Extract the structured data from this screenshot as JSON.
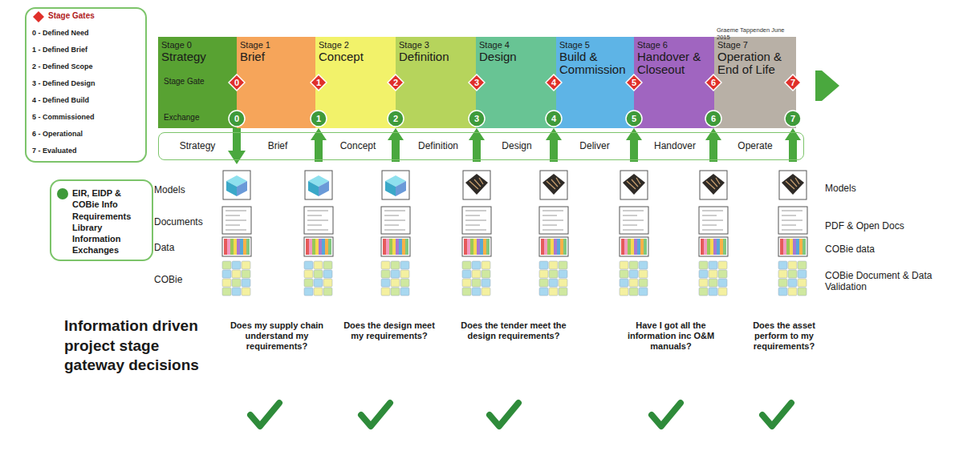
{
  "diagram": {
    "nodes": [
      {
        "text": [
          "Stage 0",
          "Strategy"
        ]
      },
      {
        "text": [
          "Stage 1",
          "Brief"
        ]
      },
      {
        "text": [
          "Stage 2",
          "Concept"
        ]
      },
      {
        "text": [
          "Stage 3",
          "Definition"
        ]
      },
      {
        "text": [
          "Stage 4",
          "Design"
        ]
      },
      {
        "text": [
          "Stage 5",
          "Build & Commission"
        ]
      },
      {
        "text": [
          "Stage 6",
          "Handover & Closeout"
        ]
      },
      {
        "text": [
          "Stage 7",
          "Operation & End of Life"
        ]
      },
      {
        "text": [
          "0"
        ]
      },
      {
        "text": [
          "1"
        ]
      },
      {
        "text": [
          "2"
        ]
      },
      {
        "text": [
          "3"
        ]
      },
      {
        "text": [
          "4"
        ]
      },
      {
        "text": [
          "5"
        ]
      },
      {
        "text": [
          "6"
        ]
      },
      {
        "text": [
          "7"
        ]
      },
      {
        "text": [
          "0"
        ]
      },
      {
        "text": [
          "1"
        ]
      },
      {
        "text": [
          "2"
        ]
      },
      {
        "text": [
          "3"
        ]
      },
      {
        "text": [
          "4"
        ]
      },
      {
        "text": [
          "5"
        ]
      },
      {
        "text": [
          "6"
        ]
      },
      {
        "text": [
          "7"
        ]
      },
      {
        "text": [
          "Strategy",
          "Brief",
          "Concept",
          "Definition",
          "Design",
          "Deliver",
          "Handover",
          "Operate"
        ]
      }
    ],
    "labels": [
      "Graeme Tappenden June 2015",
      "Stage Gate",
      "Exchange",
      "0 - Defined Need",
      "1 - Defined Brief",
      "2 - Defined Scope",
      "3 - Defined Design",
      "4 - Defined Build",
      "5 - Commissioned",
      "6 - Operational",
      "7 - Evaluated",
      "Models",
      "Documents",
      "Data",
      "COBie",
      "Models",
      "PDF & Open Docs",
      "COBie data",
      "COBie Document & Data Validation",
      "Does my supply chain understand my requirements?",
      "Does the design meet my requirements?",
      "Does the tender meet the design requirements?",
      "Have I got all the information inc O&M manuals?",
      "Does the asset perform to my requirements?",
      "Information driven project stage gateway decisions"
    ],
    "legend": [
      {
        "text": "Stage Gates"
      },
      {
        "text": "EIR, EIDP & COBie Info Requirements Library Information Exchanges"
      }
    ]
  }
}
